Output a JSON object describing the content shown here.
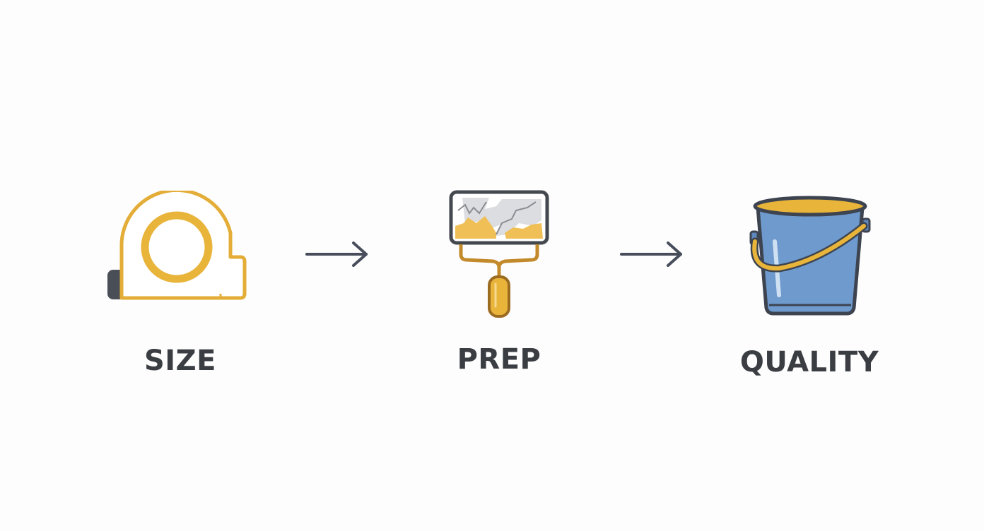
{
  "colors": {
    "accent_yellow": "#e8b43a",
    "outline_dark": "#3a3d42",
    "bucket_blue": "#6e9ace",
    "background": "#fdfdfd"
  },
  "steps": [
    {
      "label": "SIZE",
      "icon": "tape-measure-icon"
    },
    {
      "label": "PREP",
      "icon": "paint-roller-icon"
    },
    {
      "label": "QUALITY",
      "icon": "paint-bucket-icon"
    }
  ],
  "connectors": [
    {
      "icon": "arrow-right-icon"
    },
    {
      "icon": "arrow-right-icon"
    }
  ]
}
